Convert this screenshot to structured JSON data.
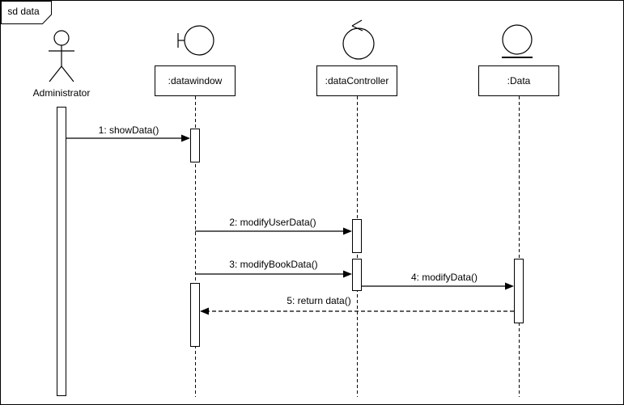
{
  "frame": {
    "label": "sd data"
  },
  "participants": [
    {
      "name": "Administrator",
      "type": "actor"
    },
    {
      "name": ":datawindow",
      "type": "boundary"
    },
    {
      "name": ":dataController",
      "type": "control"
    },
    {
      "name": ":Data",
      "type": "entity"
    }
  ],
  "messages": [
    {
      "label": "1: showData()",
      "from": "Administrator",
      "to": ":datawindow",
      "kind": "sync"
    },
    {
      "label": "2: modifyUserData()",
      "from": ":datawindow",
      "to": ":dataController",
      "kind": "sync"
    },
    {
      "label": "3: modifyBookData()",
      "from": ":datawindow",
      "to": ":dataController",
      "kind": "sync"
    },
    {
      "label": "4: modifyData()",
      "from": ":dataController",
      "to": ":Data",
      "kind": "sync"
    },
    {
      "label": "5: return data()",
      "from": ":Data",
      "to": ":datawindow",
      "kind": "return"
    }
  ],
  "colors": {
    "stroke": "#000000",
    "background": "#ffffff"
  }
}
